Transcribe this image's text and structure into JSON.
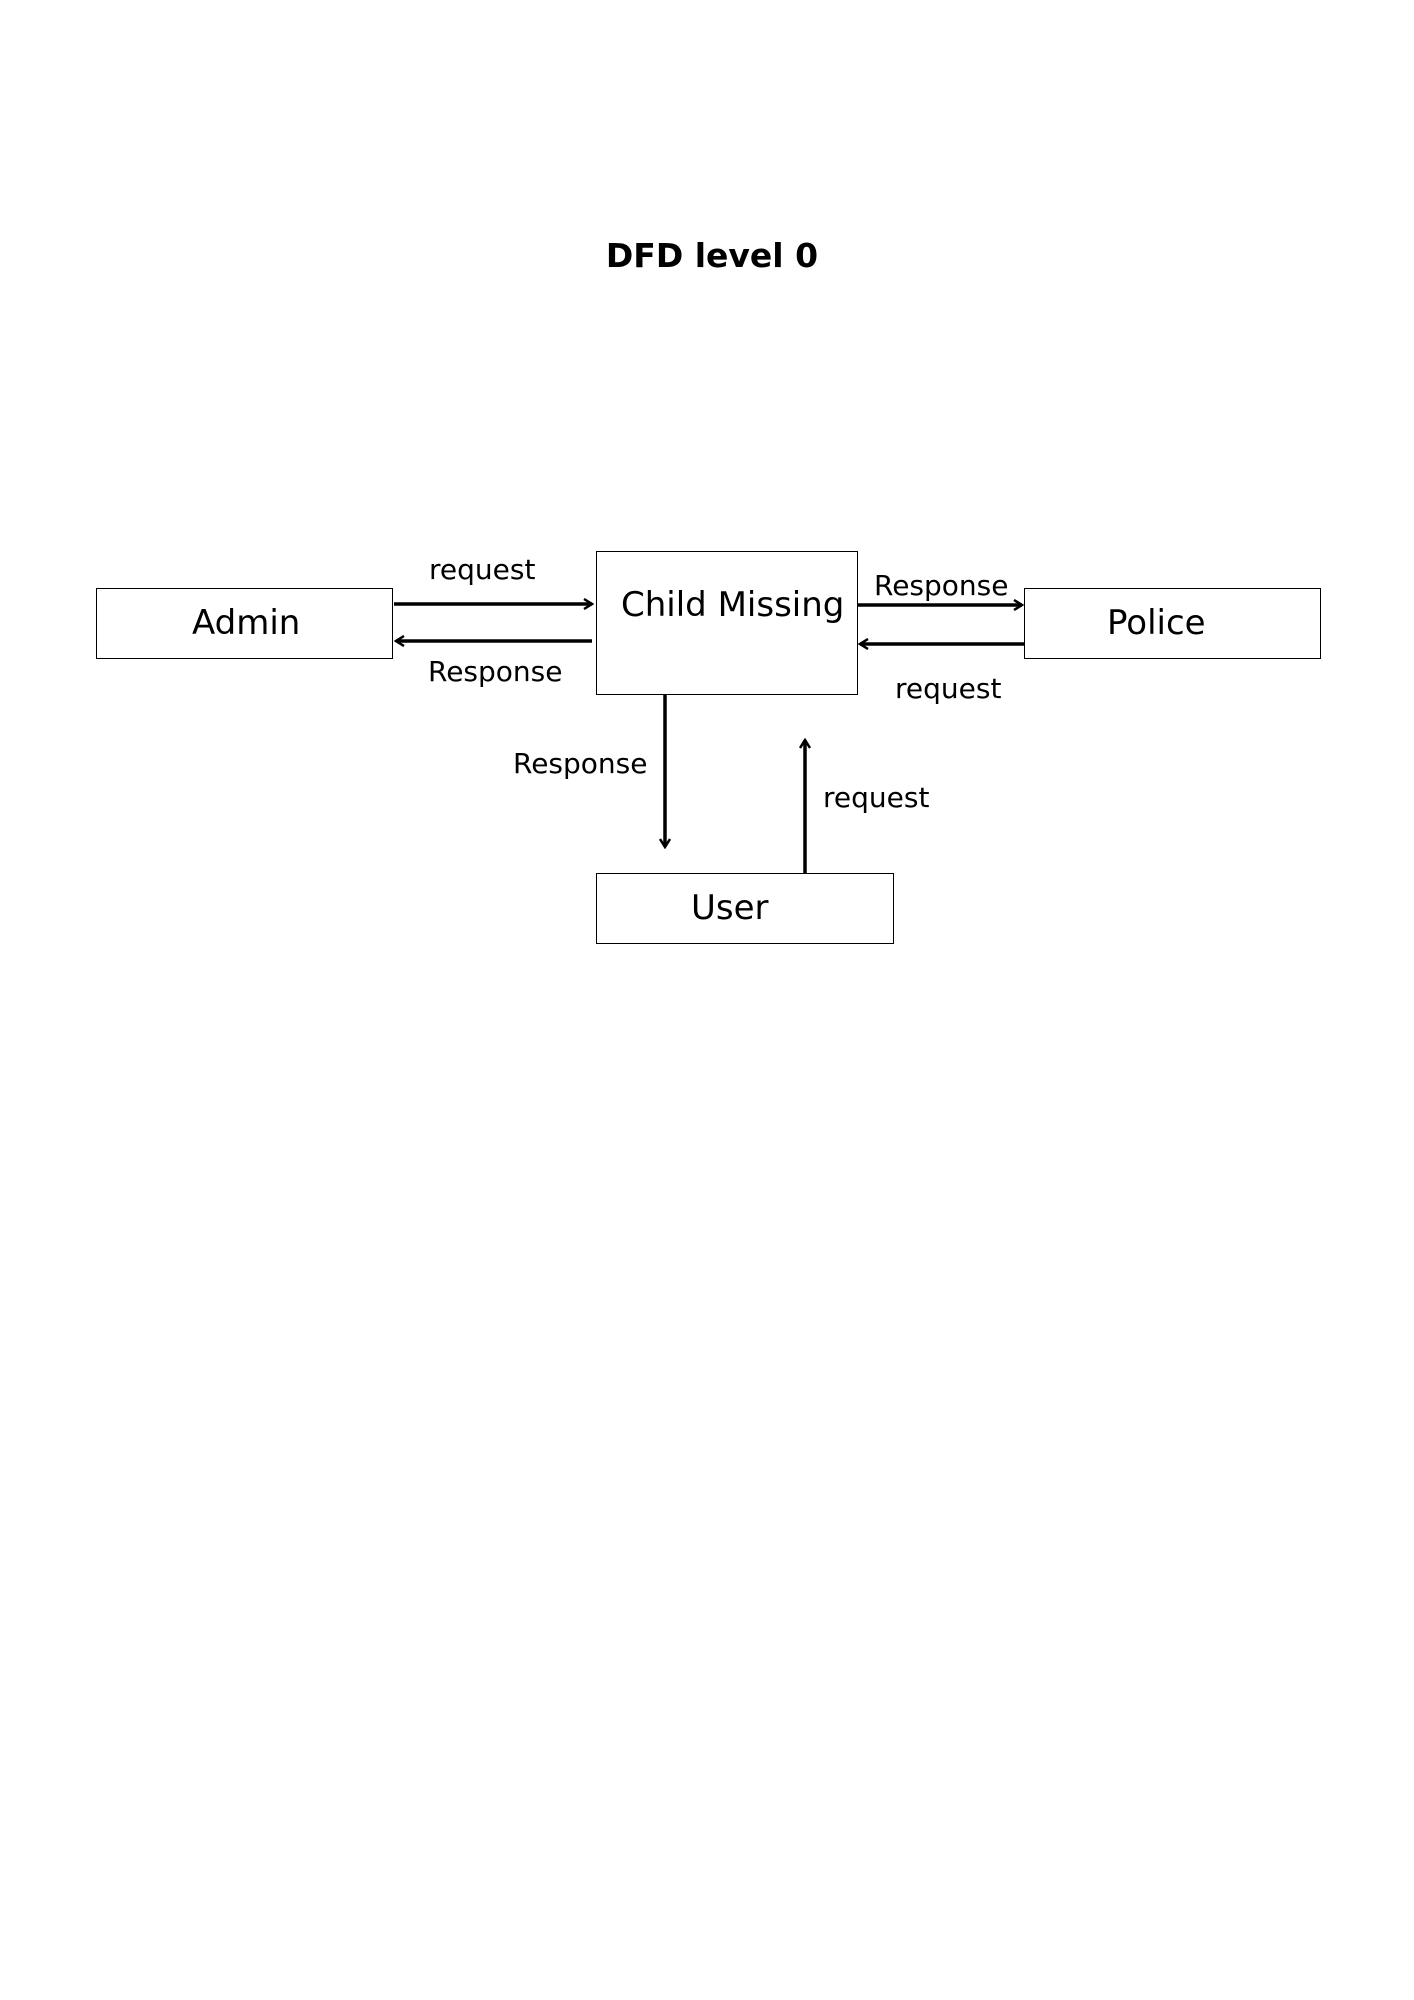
{
  "title": "DFD level 0",
  "entities": {
    "admin": "Admin",
    "police": "Police",
    "user": "User"
  },
  "process": "Child Missing",
  "flows": {
    "admin_to_process": "request",
    "process_to_admin": "Response",
    "process_to_police": "Response",
    "police_to_process": "request",
    "process_to_user": "Response",
    "user_to_process": "request"
  }
}
